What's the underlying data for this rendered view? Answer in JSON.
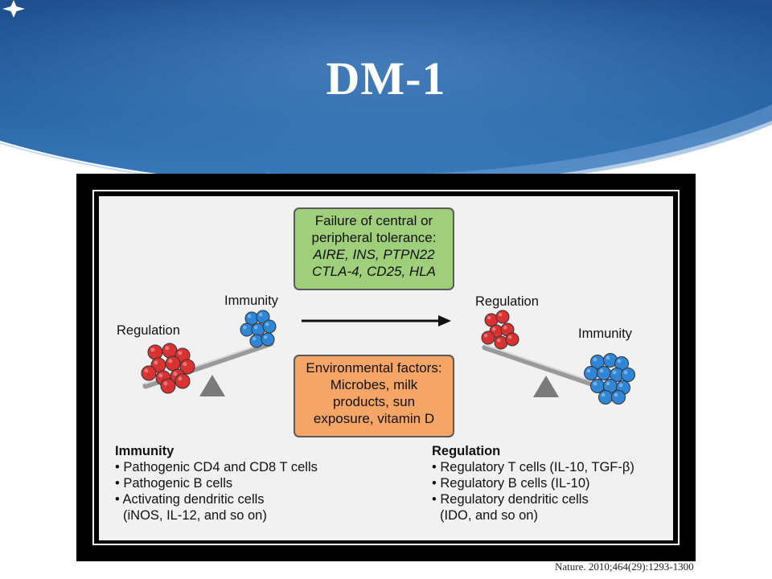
{
  "slide": {
    "title": "DM-1",
    "citation": "Nature. 2010;464(29):1293-1300"
  },
  "diagram": {
    "top_box": {
      "lines": [
        "Failure of central or",
        "peripheral tolerance:"
      ],
      "italic_lines": [
        "AIRE, INS, PTPN22",
        "CTLA-4, CD25, HLA"
      ],
      "color": "#9fcf7b"
    },
    "bottom_box": {
      "lines": [
        "Environmental factors:",
        "Microbes, milk",
        "products, sun",
        "exposure, vitamin D"
      ],
      "color": "#f5a565"
    },
    "left_scale": {
      "low_label": "Regulation",
      "high_label": "Immunity"
    },
    "right_scale": {
      "high_label": "Regulation",
      "low_label": "Immunity"
    },
    "colors": {
      "regulation_balls": "#d83232",
      "immunity_balls": "#2f86d6"
    },
    "immunity_list": {
      "heading": "Immunity",
      "items": [
        "• Pathogenic CD4 and CD8 T cells",
        "• Pathogenic B cells",
        "• Activating dendritic cells"
      ],
      "continuation": "(iNOS, IL-12, and so on)"
    },
    "regulation_list": {
      "heading": "Regulation",
      "items": [
        "• Regulatory T cells (IL-10, TGF-β)",
        "• Regulatory B cells (IL-10)",
        "• Regulatory dendritic cells"
      ],
      "continuation": "(IDO, and so on)"
    }
  }
}
